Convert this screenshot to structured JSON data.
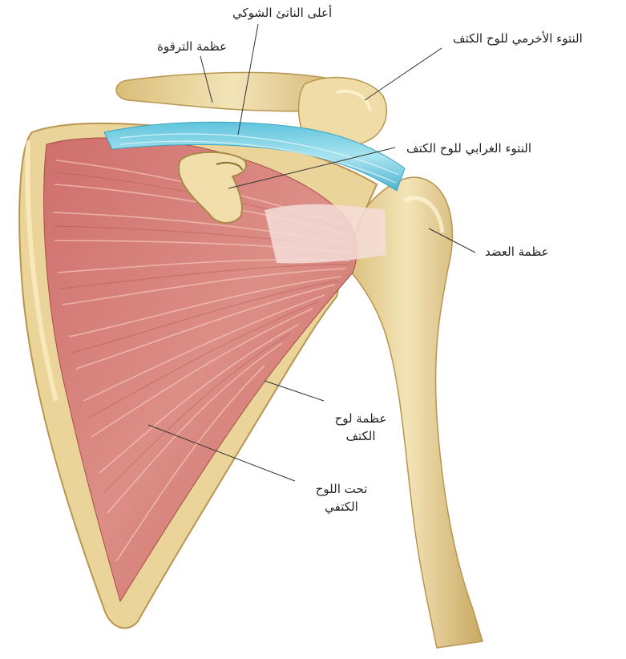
{
  "diagram": {
    "colors": {
      "muscle": "#d8847f",
      "muscle_dark": "#b05252",
      "fiber": "#f2c2b5",
      "bone": "#ecd9a2",
      "bone_shadow": "#c9ab66",
      "bone_edge": "#b89550",
      "ligament": "#7fd3e6",
      "tendon": "#f7e3e0",
      "leader": "#333333"
    },
    "labels": {
      "supraspinatus": "أعلى الناتئ الشوكي",
      "clavicle": "عظمة الترقوة",
      "acromion": "النتوء الأخرمي للوح الكتف",
      "coracoid": "النتوء الغرابي للوح الكتف",
      "humerus": "عظمة العضد",
      "scapula_line1": "عظمة لوح",
      "scapula_line2": "الكتف",
      "subscapularis_line1": "تحت اللوح",
      "subscapularis_line2": "الكتفي"
    }
  }
}
